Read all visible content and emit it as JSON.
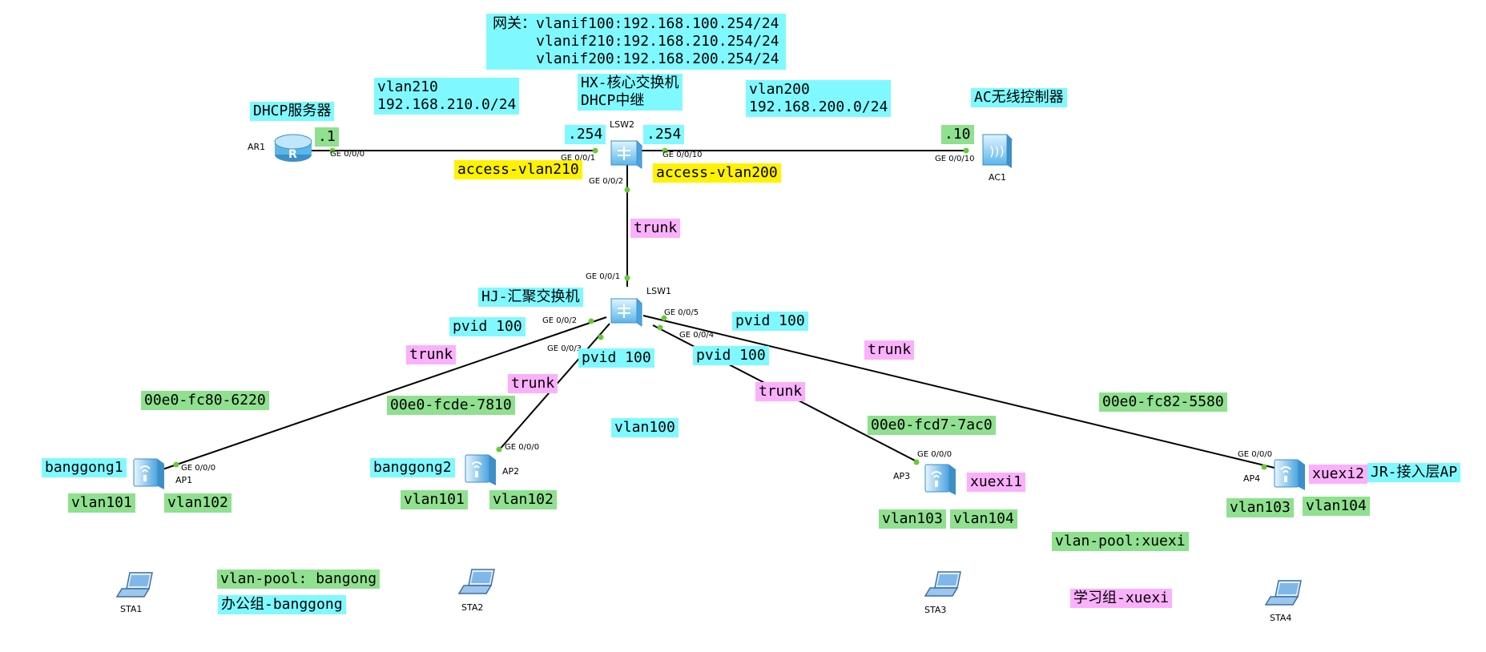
{
  "gateway": {
    "line1": "网关：vlanif100:192.168.100.254/24",
    "line2": "     vlanif210:192.168.210.254/24",
    "line3": "     vlanif200:192.168.200.254/24"
  },
  "vlan210_net": {
    "line1": "vlan210",
    "line2": "192.168.210.0/24"
  },
  "hx_label": {
    "line1": "HX-核心交换机",
    "line2": "DHCP中继"
  },
  "vlan200_net": {
    "line1": "vlan200",
    "line2": "192.168.200.0/24"
  },
  "dhcp_server_label": "DHCP服务器",
  "ac_label": "AC无线控制器",
  "ip_suffix_ar1": ".1",
  "ip_suffix_lsw2_left": ".254",
  "ip_suffix_lsw2_right": ".254",
  "ip_suffix_ac1": ".10",
  "access_vlan210": "access-vlan210",
  "access_vlan200": "access-vlan200",
  "trunk_core": "trunk",
  "hj_label": "HJ-汇聚交换机",
  "pvid_1": "pvid 100",
  "pvid_2": "pvid 100",
  "pvid_3": "pvid 100",
  "pvid_4": "pvid 100",
  "trunk_ap1": "trunk",
  "trunk_ap2": "trunk",
  "trunk_ap3": "trunk",
  "trunk_ap4": "trunk",
  "mac_ap1": "00e0-fc80-6220",
  "mac_ap2": "00e0-fcde-7810",
  "mac_ap3": "00e0-fcd7-7ac0",
  "mac_ap4": "00e0-fc82-5580",
  "vlan100": "vlan100",
  "ssid_banggong1": "banggong1",
  "ssid_banggong2": "banggong2",
  "ssid_xuexi1": "xuexi1",
  "ssid_xuexi2": "xuexi2",
  "jr_label": "JR-接入层AP",
  "ap1_vlans": [
    "vlan101",
    "vlan102"
  ],
  "ap2_vlans": [
    "vlan101",
    "vlan102"
  ],
  "ap3_vlans": [
    "vlan103",
    "vlan104"
  ],
  "ap4_vlans": [
    "vlan103",
    "vlan104"
  ],
  "vlan_pool_bangong": "vlan-pool: bangong",
  "office_group": "办公组-banggong",
  "vlan_pool_xuexi": "vlan-pool:xuexi",
  "study_group": "学习组-xuexi",
  "devices": {
    "ar1": "AR1",
    "lsw2": "LSW2",
    "ac1": "AC1",
    "lsw1": "LSW1",
    "ap1": "AP1",
    "ap2": "AP2",
    "ap3": "AP3",
    "ap4": "AP4",
    "sta1": "STA1",
    "sta2": "STA2",
    "sta3": "STA3",
    "sta4": "STA4"
  },
  "ports": {
    "ar1_ge000": "GE 0/0/0",
    "lsw2_ge001": "GE 0/0/1",
    "lsw2_ge0010": "GE 0/0/10",
    "ac1_ge0010": "GE 0/0/10",
    "lsw2_ge002": "GE 0/0/2",
    "lsw1_ge001": "GE 0/0/1",
    "lsw1_ge002": "GE 0/0/2",
    "lsw1_ge003": "GE 0/0/3",
    "lsw1_ge005": "GE 0/0/5",
    "lsw1_ge004": "GE 0/0/4",
    "ap1_ge000": "GE 0/0/0",
    "ap2_ge000": "GE 0/0/0",
    "ap3_ge000": "GE 0/0/0",
    "ap4_ge000": "GE 0/0/0"
  },
  "colors": {
    "cyan": "#7ff9ff",
    "green": "#8fe08f",
    "yellow": "#fff200",
    "pink": "#fbb0fb",
    "link": "#000000",
    "port_dot": "#66cc33",
    "device_blue": "#4aa3df"
  }
}
